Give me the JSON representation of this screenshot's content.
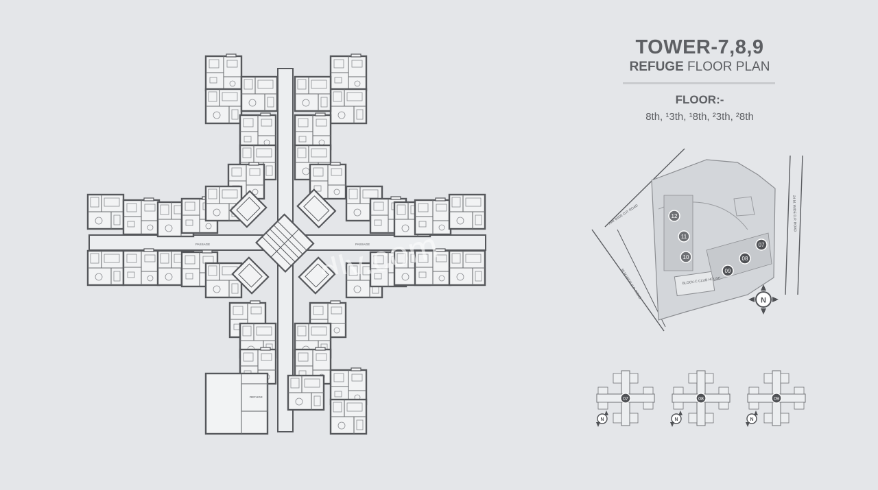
{
  "title": {
    "tower": "TOWER-7,8,9",
    "plan_bold": "REFUGE",
    "plan_rest": " FLOOR  PLAN",
    "floor_label": "FLOOR:-",
    "floors": "8th, ¹3th, ¹8th, ²3th, ²8th"
  },
  "plan_labels": {
    "passage_left": "PASSAGE",
    "passage_right": "PASSAGE",
    "refuge": "REFUGE"
  },
  "site_map": {
    "road_top": "15M WIDE D.P. ROAD",
    "road_right": "24 M. WIDE D.P. ROAD",
    "road_left": "30 M WIDE D.P. ROAD",
    "clubhouse": "BLOCK-C CLUB HOUSE",
    "towers": [
      "12",
      "11",
      "10",
      "09",
      "08",
      "07"
    ],
    "north": "N"
  },
  "key_plans": [
    {
      "tower": "07",
      "north": "N"
    },
    {
      "tower": "08",
      "north": "N"
    },
    {
      "tower": "09",
      "north": "N"
    }
  ],
  "watermark": "dlv.com",
  "colors": {
    "background": "#e4e6e9",
    "wall": "#5a5c60",
    "text": "#5d5f63"
  }
}
